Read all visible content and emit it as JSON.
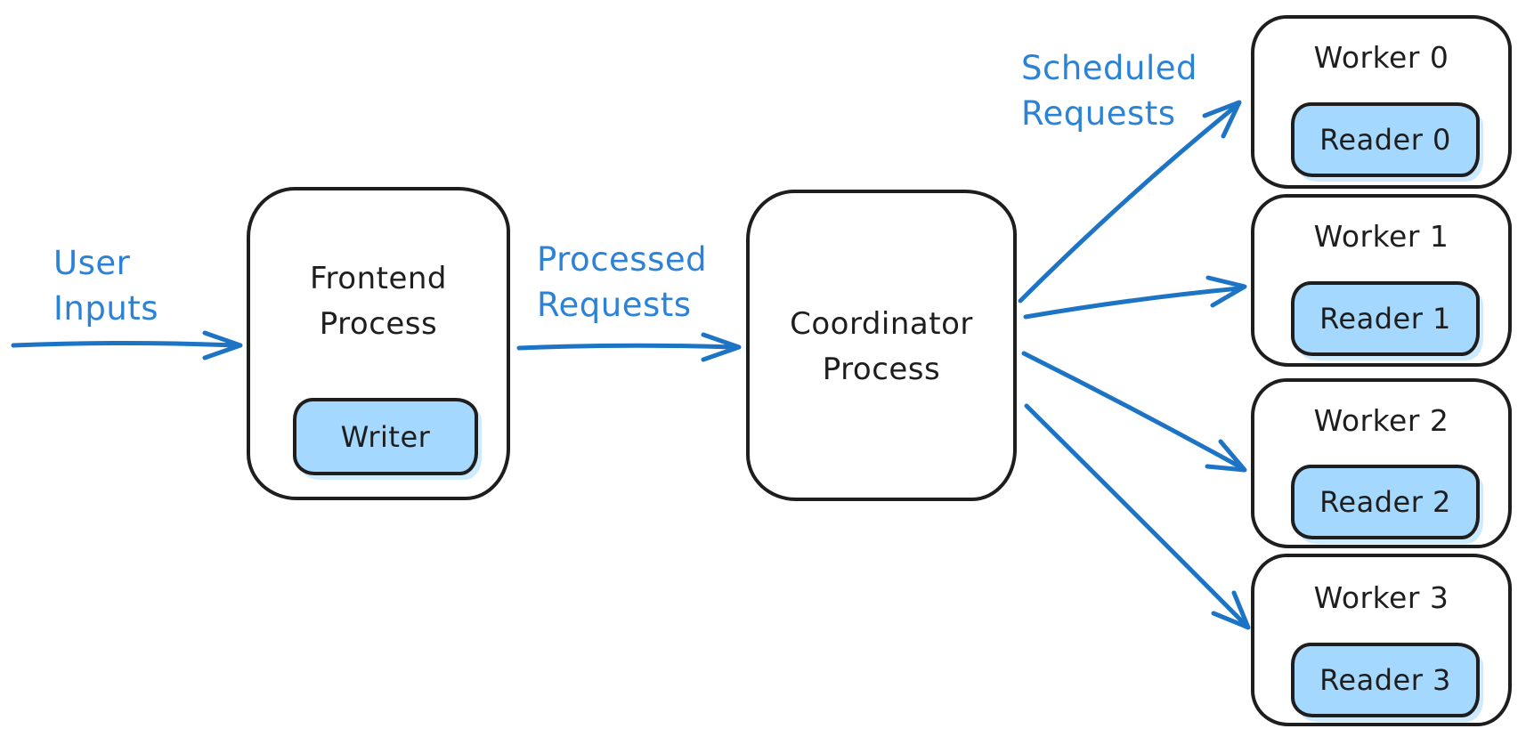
{
  "colors": {
    "arrow_blue": "#1d74c5",
    "label_blue": "#2b82d6",
    "chip_fill": "#a5d8ff",
    "ink": "#1e1e1e",
    "background": "#ffffff"
  },
  "labels": {
    "user_inputs": {
      "line1": "User",
      "line2": "Inputs"
    },
    "processed_requests": {
      "line1": "Processed",
      "line2": "Requests"
    },
    "scheduled_requests": {
      "line1": "Scheduled",
      "line2": "Requests"
    }
  },
  "nodes": {
    "frontend": {
      "title_line1": "Frontend",
      "title_line2": "Process",
      "chip": "Writer"
    },
    "coordinator": {
      "title_line1": "Coordinator",
      "title_line2": "Process"
    },
    "workers": [
      {
        "title": "Worker 0",
        "chip": "Reader 0"
      },
      {
        "title": "Worker 1",
        "chip": "Reader 1"
      },
      {
        "title": "Worker 2",
        "chip": "Reader 2"
      },
      {
        "title": "Worker 3",
        "chip": "Reader 3"
      }
    ]
  }
}
